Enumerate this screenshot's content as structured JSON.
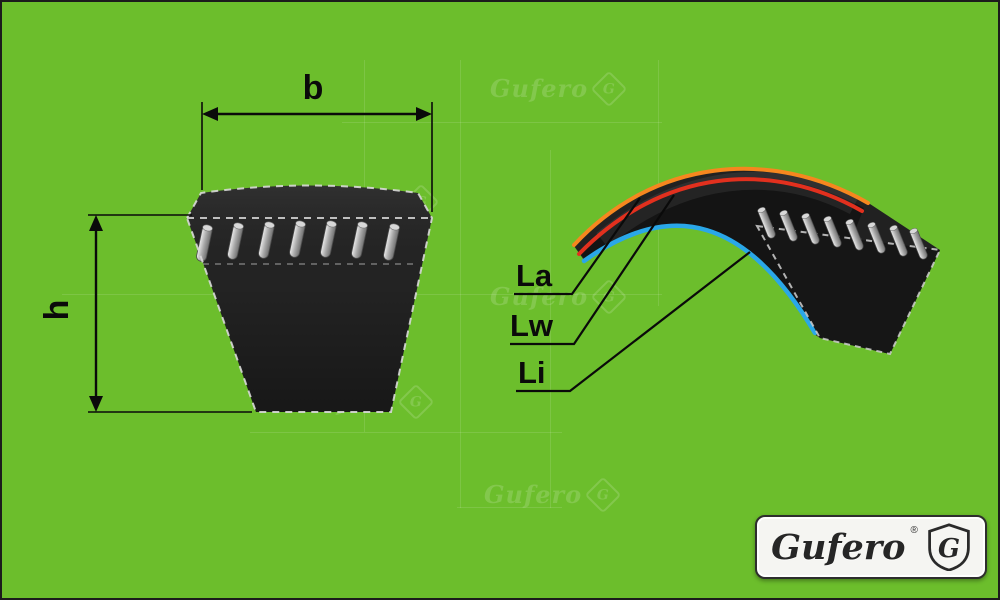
{
  "scene": {
    "bg_color": "#6cbe2c",
    "border_color": "#1c1c1c"
  },
  "cross_section": {
    "width_label": "b",
    "height_label": "h"
  },
  "belt_labels": {
    "la": "La",
    "lw": "Lw",
    "li": "Li"
  },
  "colors": {
    "la_line": "#f6871f",
    "lw_line": "#e2301e",
    "li_line": "#2aa7e8"
  },
  "logo": {
    "brand": "Gufero",
    "badge_letter": "G",
    "reg_mark": "®"
  },
  "watermark": {
    "text": "Gufero",
    "badge_letter": "G"
  }
}
